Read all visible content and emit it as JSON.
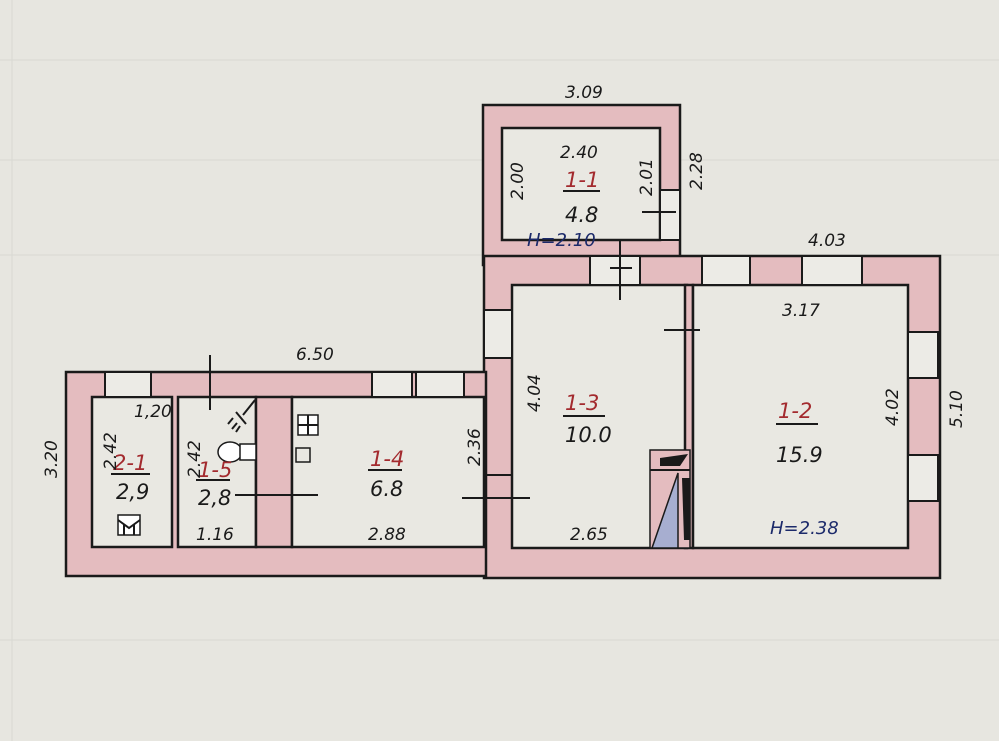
{
  "rooms": {
    "r1_1": {
      "code": "1-1",
      "area": "4.8",
      "height": "H=2.10",
      "width": "2.40",
      "left": "2.00",
      "right": "2.01"
    },
    "r1_2": {
      "code": "1-2",
      "area": "15.9",
      "height": "H=2.38",
      "width": "3.17",
      "right": "4.02"
    },
    "r1_3": {
      "code": "1-3",
      "area": "10.0",
      "left": "4.04",
      "bottom": "2.65"
    },
    "r1_4": {
      "code": "1-4",
      "area": "6.8",
      "bottom": "2.88",
      "right": "2.36"
    },
    "r1_5": {
      "code": "1-5",
      "area": "2,8",
      "left": "2.42",
      "bottom": "1.16"
    },
    "r2_1": {
      "code": "2-1",
      "area": "2,9",
      "left": "2.42",
      "top": "1,20"
    }
  },
  "outer_dims": {
    "top_small": "3.09",
    "right_small": "2.28",
    "top_main": "4.03",
    "right_main": "5.10",
    "top_left_wing": "6.50",
    "left_wing": "3.20"
  },
  "colors": {
    "wall": "#e4bcbf",
    "paper": "#e7e6e0",
    "code": "#a32a2e"
  }
}
